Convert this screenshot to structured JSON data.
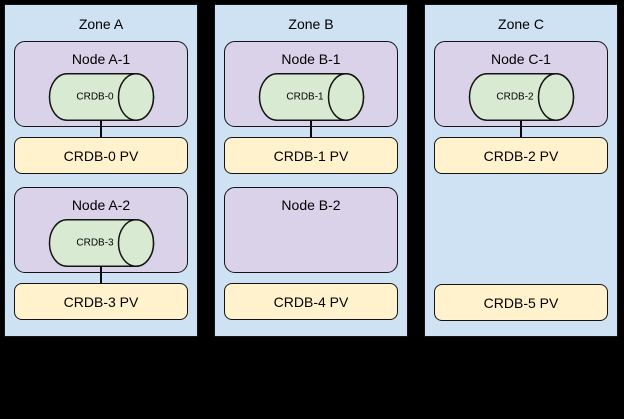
{
  "diagram": {
    "description": "CockroachDB zone/node/persistent-volume topology",
    "colors": {
      "background": "#000000",
      "zone_fill": "#cfe2f3",
      "node_fill": "#d9d2e9",
      "cylinder_fill": "#d9ead3",
      "pv_fill": "#fff2cc",
      "border": "#141414",
      "connector_line": "#0a0a0a"
    },
    "zones": [
      {
        "title": "Zone A",
        "slots": [
          {
            "node": "Node A-1",
            "cylinder": "CRDB-0",
            "pv": "CRDB-0 PV",
            "connected": true
          },
          {
            "node": "Node A-2",
            "cylinder": "CRDB-3",
            "pv": "CRDB-3 PV",
            "connected": true
          }
        ]
      },
      {
        "title": "Zone B",
        "slots": [
          {
            "node": "Node B-1",
            "cylinder": "CRDB-1",
            "pv": "CRDB-1 PV",
            "connected": true
          },
          {
            "node": "Node B-2",
            "cylinder": null,
            "pv": "CRDB-4 PV",
            "connected": false
          }
        ]
      },
      {
        "title": "Zone C",
        "slots": [
          {
            "node": "Node C-1",
            "cylinder": "CRDB-2",
            "pv": "CRDB-2 PV",
            "connected": true
          },
          {
            "node": null,
            "cylinder": null,
            "pv": "CRDB-5 PV",
            "connected": false
          }
        ]
      }
    ]
  }
}
